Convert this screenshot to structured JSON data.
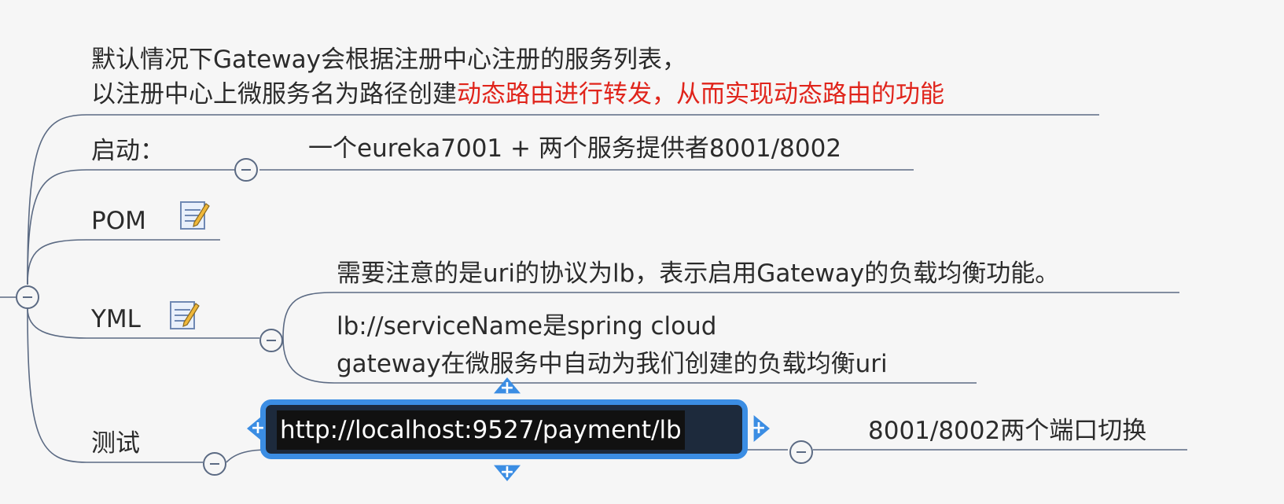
{
  "nodes": {
    "intro_line1": "默认情况下Gateway会根据注册中心注册的服务列表，",
    "intro_line2_normal": "以注册中心上微服务名为路径创建",
    "intro_line2_red": "动态路由进行转发，从而实现动态路由的功能",
    "startup_label": "启动：",
    "startup_detail": "一个eureka7001 + 两个服务提供者8001/8002",
    "pom_label": "POM",
    "yml_label": "YML",
    "yml_note1": "需要注意的是uri的协议为lb，表示启用Gateway的负载均衡功能。",
    "yml_note2_line1": "lb://serviceName是spring cloud",
    "yml_note2_line2": "gateway在微服务中自动为我们创建的负载均衡uri",
    "test_label": "测试",
    "test_url": "http://localhost:9527/payment/lb",
    "test_result": "8001/8002两个端口切换"
  },
  "colors": {
    "line": "#5b6a83",
    "highlight": "#e0241b",
    "selection": "#3b8de3"
  },
  "icons": [
    "collapse-icon",
    "note-icon",
    "plus-icon"
  ]
}
